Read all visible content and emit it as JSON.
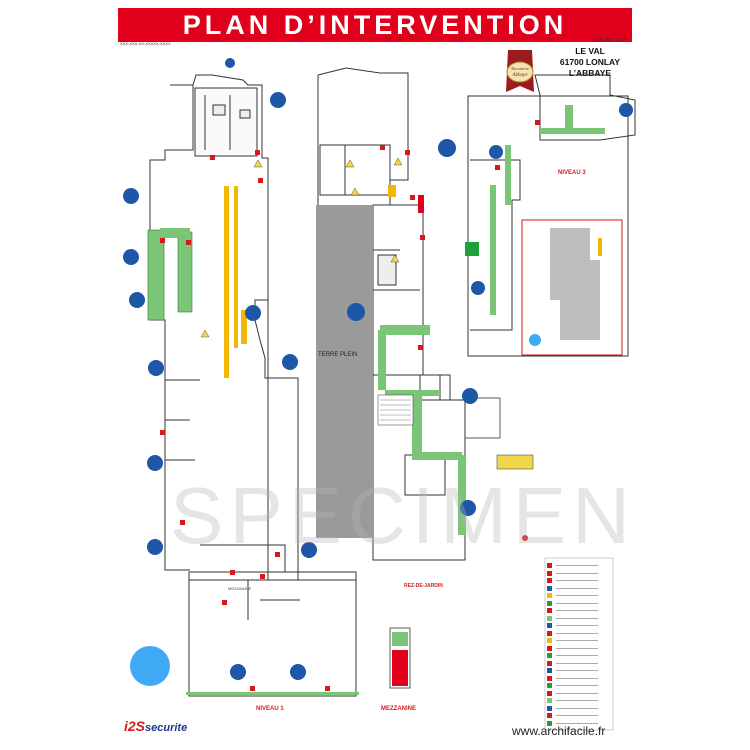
{
  "title": "PLAN D’INTERVENTION",
  "plan_ref": "118 ou 112",
  "small_ref": "XXX-XXX-XX-XXXXX-XXXX",
  "site": {
    "line1": "LE VAL",
    "line2": "61700 LONLAY L’ABBAYE"
  },
  "brand_badge": "Biscuiterie de l'Abbaye",
  "zones": {
    "niveau3": "NIVEAU 3",
    "niveau1": "NIVEAU 1",
    "rez_de_jardin": "REZ-DE-JARDIN",
    "mezzanine": "MEZZANINE",
    "terre_plein": "TERRE PLEIN",
    "mezzanine_small": "MEZZANINE"
  },
  "watermark": "SPECIMEN",
  "footer_url": "www.archifacile.fr",
  "logo": {
    "brand_a": "i2S",
    "brand_b": "securite"
  },
  "colors": {
    "banner_red": "#e0001b",
    "evac_green": "#7cc576",
    "marker_blue": "#1e56a8",
    "grey_zone": "#9a9a9a",
    "stock_yellow": "#f2b705",
    "extinguisher_red": "#d61a1a"
  }
}
